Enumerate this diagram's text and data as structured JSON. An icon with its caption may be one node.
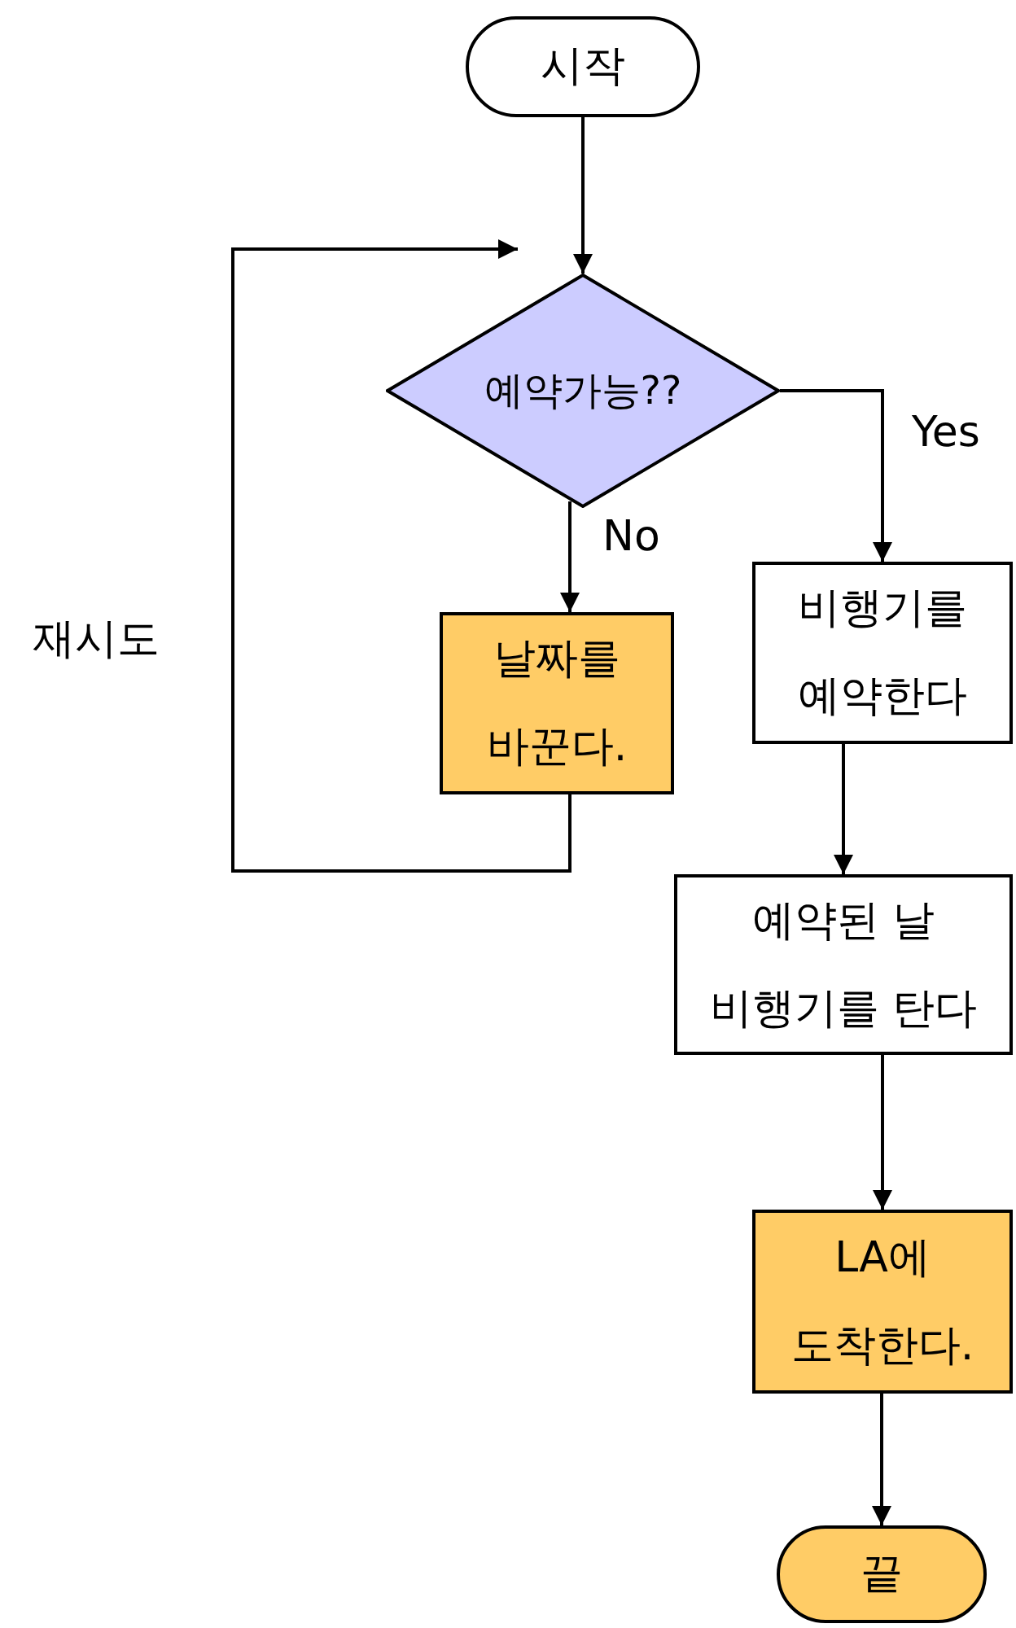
{
  "diagram": {
    "nodes": [
      {
        "text": [
          "시작"
        ]
      },
      {
        "text": [
          "예약가능??"
        ]
      },
      {
        "text": [
          "날짜를 바꾼다."
        ]
      },
      {
        "text": [
          "비행기를 예약한다"
        ]
      },
      {
        "text": [
          "예약된 날 비행기를 탄다"
        ]
      },
      {
        "text": [
          "LA에 도착한다."
        ]
      },
      {
        "text": [
          "끝"
        ]
      }
    ],
    "edges": [
      {
        "from": 0,
        "to": 1,
        "arrow": "to"
      },
      {
        "from": 1,
        "to": 2,
        "arrow": "to",
        "label": "No"
      },
      {
        "from": 1,
        "to": 3,
        "arrow": "to",
        "label": "Yes"
      },
      {
        "from": 2,
        "to": 1,
        "arrow": "to",
        "label": "재시도"
      },
      {
        "from": 3,
        "to": 4,
        "arrow": "to"
      },
      {
        "from": 4,
        "to": 5,
        "arrow": "to"
      },
      {
        "from": 5,
        "to": 6,
        "arrow": "to"
      }
    ]
  }
}
